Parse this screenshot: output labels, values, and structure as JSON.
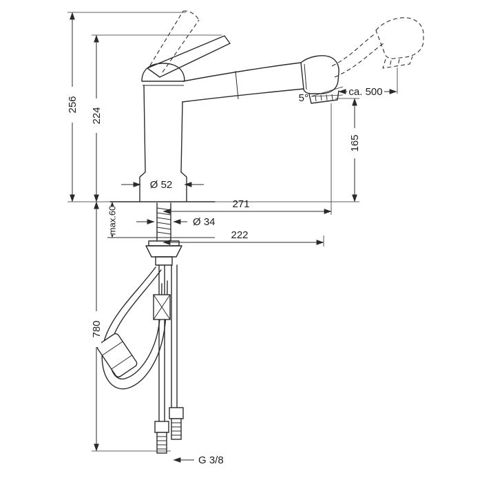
{
  "drawing": {
    "kind": "faucet installation dimension drawing",
    "ink_color": "#2a2a2a",
    "background_color": "#ffffff"
  },
  "dims": {
    "total_height": "256",
    "height_to_handle": "224",
    "base_diameter": "Ø 52",
    "spout_projection": "271",
    "mounting_hole_diameter": "Ø 34",
    "outlet_projection": "222",
    "max_counter_thickness": "max.60",
    "outlet_height": "165",
    "pullout_reach": "ca. 500",
    "spout_angle": "5°",
    "hose_length_below": "780",
    "supply_connection": "G 3/8"
  }
}
